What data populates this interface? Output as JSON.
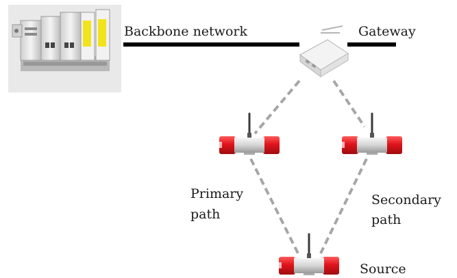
{
  "labels": {
    "backbone": "Backbone network",
    "gateway": "Gateway",
    "primary": [
      "Primary",
      "path"
    ],
    "secondary": [
      "Secondary",
      "path"
    ],
    "source": "Source"
  },
  "colors": {
    "backbone_line": "#000000",
    "wireless_link": "#a6a6a6",
    "node_red": "#e0141c",
    "node_body": "#d9d9d9",
    "antenna": "#3a3a3a",
    "photo_background": "#e9e9e9"
  },
  "icons": {
    "controller": "plc-controller-photo",
    "gateway": "wireless-gateway-device",
    "node": "wireless-sensor-node"
  }
}
